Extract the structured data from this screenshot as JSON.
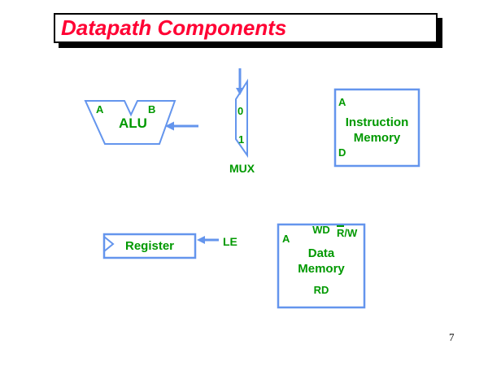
{
  "slide": {
    "title": "Datapath Components",
    "page_number": "7"
  },
  "colors": {
    "title_red": "#FF0033",
    "shape_blue": "#6495ED",
    "label_green": "#009900",
    "shadow_black": "#000000",
    "background_white": "#FFFFFF"
  },
  "components": {
    "alu": {
      "name": "ALU",
      "port_a": "A",
      "port_b": "B"
    },
    "mux": {
      "name": "MUX",
      "input_0": "0",
      "input_1": "1"
    },
    "instruction_memory": {
      "name_line1": "Instruction",
      "name_line2": "Memory",
      "port_address": "A",
      "port_data": "D"
    },
    "register": {
      "name": "Register",
      "load_enable": "LE"
    },
    "data_memory": {
      "name_line1": "Data",
      "name_line2": "Memory",
      "port_address": "A",
      "port_write_data": "WD",
      "port_read_data": "RD",
      "port_read_write_overbar": "R",
      "port_read_write_rest": "/W"
    }
  }
}
